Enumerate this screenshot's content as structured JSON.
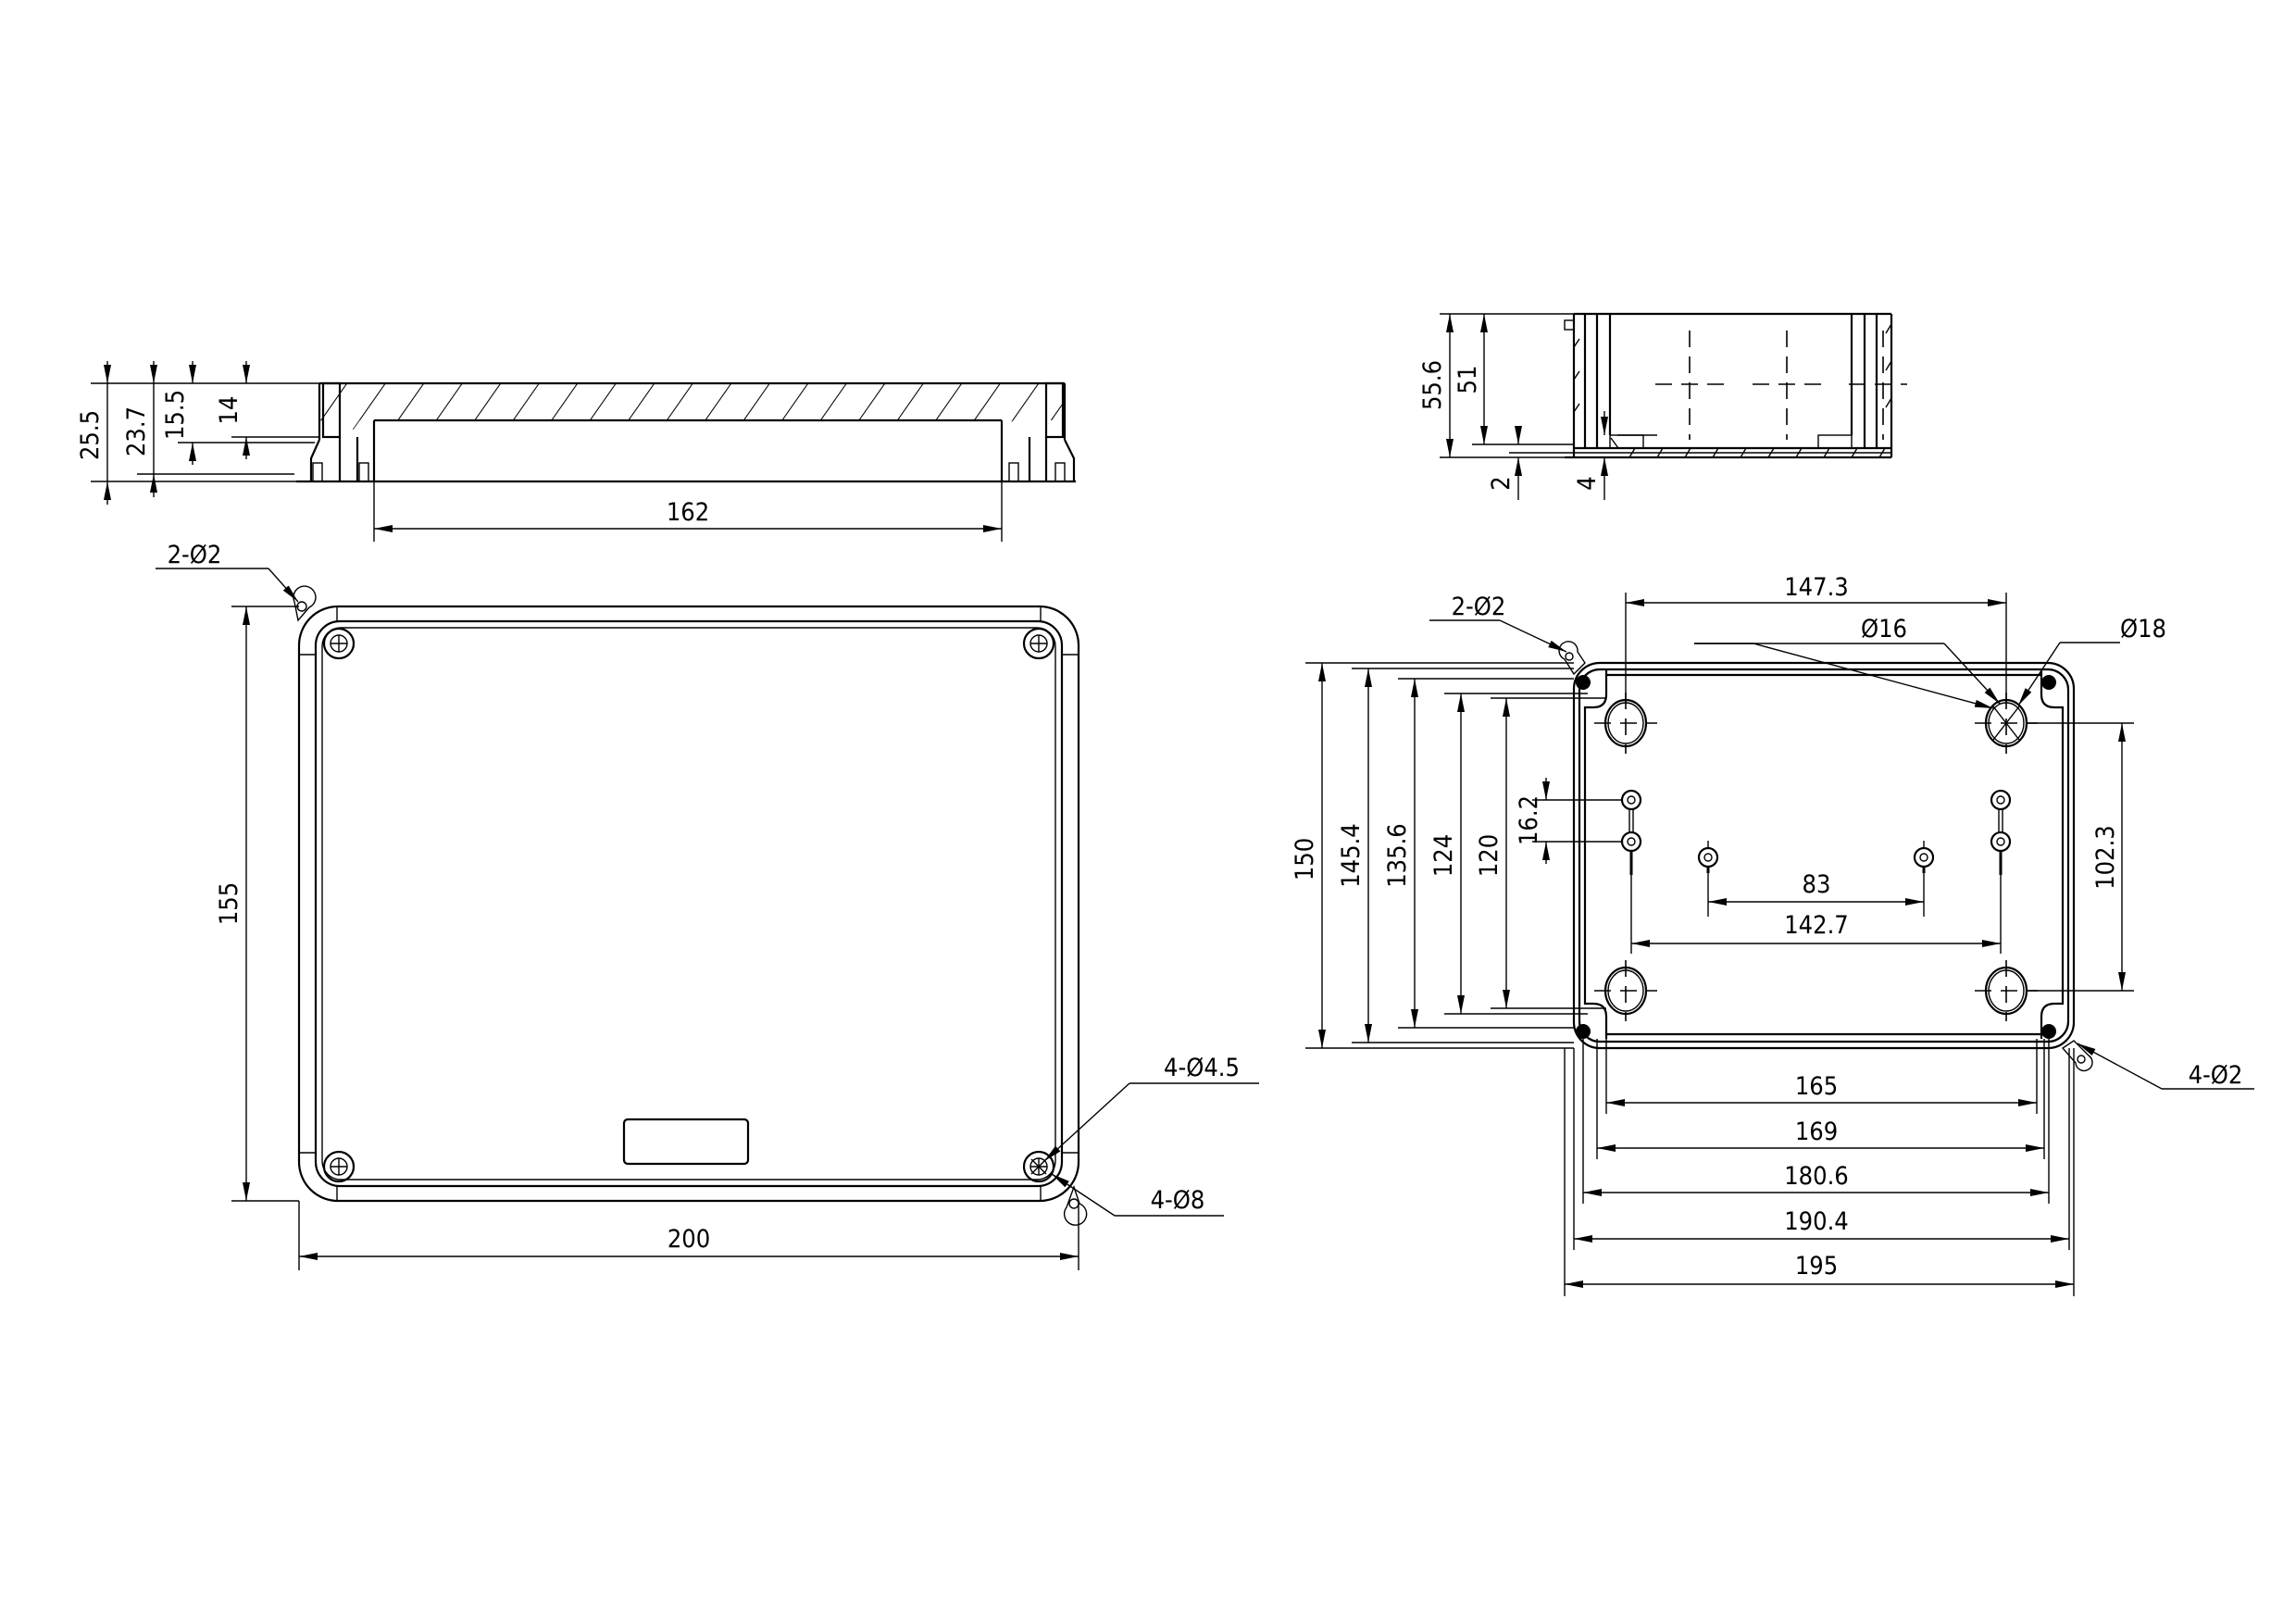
{
  "drawing": {
    "title": "Enclosure dimension drawing (lid and base)",
    "units": "mm",
    "line_color": "#000000",
    "background": "#ffffff"
  },
  "lid_section": {
    "dims": {
      "total_height": "25.5",
      "height_2": "23.7",
      "height_3": "15.5",
      "height_4": "14",
      "inner_width": "162"
    }
  },
  "lid_top": {
    "dims": {
      "height": "155",
      "width": "200"
    },
    "callouts": {
      "hinge_hole": "2-Ø2",
      "screw_hole": "4-Ø4.5",
      "boss": "4-Ø8"
    }
  },
  "base_section": {
    "dims": {
      "total_height": "55.6",
      "inner_height": "51",
      "floor": "2",
      "boss_height": "4"
    }
  },
  "base_top": {
    "dims": {
      "height_150": "150",
      "height_145_4": "145.4",
      "height_135_6": "135.6",
      "height_124": "124",
      "height_120": "120",
      "pitch_16_2": "16.2",
      "hole_spacing_h": "147.3",
      "hole_spacing_v": "102.3",
      "mount_83": "83",
      "mount_142_7": "142.7",
      "w_165": "165",
      "w_169": "169",
      "w_180_6": "180.6",
      "w_190_4": "190.4",
      "w_195": "195"
    },
    "callouts": {
      "hinge_hole": "2-Ø2",
      "knockout_small": "Ø16",
      "knockout_large": "Ø18",
      "corner_hole": "4-Ø2"
    }
  }
}
